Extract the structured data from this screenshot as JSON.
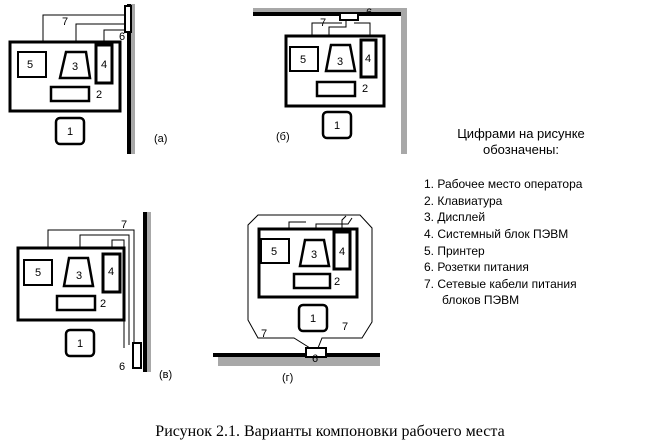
{
  "numbers": {
    "workplace": "1",
    "keyboard": "2",
    "display": "3",
    "system_unit": "4",
    "printer": "5",
    "sockets": "6",
    "cables": "7"
  },
  "variants": [
    "(а)",
    "(б)",
    "(в)",
    "(г)"
  ],
  "legend": {
    "title_line1": "Цифрами на рисунке",
    "title_line2": "обозначены:",
    "items": [
      "1. Рабочее место оператора",
      "2. Клавиатура",
      "3. Дисплей",
      "4. Системный блок ПЭВМ",
      "5. Принтер",
      "6. Розетки питания",
      "7. Сетевые кабели питания",
      "блоков ПЭВМ"
    ]
  },
  "caption": "Рисунок 2.1. Варианты компоновки рабочего места"
}
